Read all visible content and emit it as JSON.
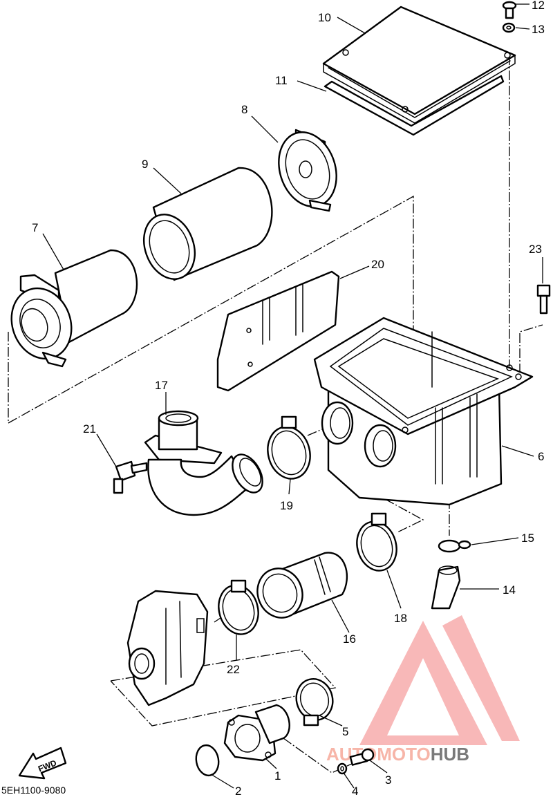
{
  "diagram": {
    "callouts": [
      {
        "id": "10",
        "label": "10"
      },
      {
        "id": "11",
        "label": "11"
      },
      {
        "id": "12",
        "label": "12"
      },
      {
        "id": "13",
        "label": "13"
      },
      {
        "id": "8",
        "label": "8"
      },
      {
        "id": "9",
        "label": "9"
      },
      {
        "id": "7",
        "label": "7"
      },
      {
        "id": "20",
        "label": "20"
      },
      {
        "id": "23",
        "label": "23"
      },
      {
        "id": "17",
        "label": "17"
      },
      {
        "id": "21",
        "label": "21"
      },
      {
        "id": "19",
        "label": "19"
      },
      {
        "id": "6",
        "label": "6"
      },
      {
        "id": "15",
        "label": "15"
      },
      {
        "id": "14",
        "label": "14"
      },
      {
        "id": "18",
        "label": "18"
      },
      {
        "id": "16",
        "label": "16"
      },
      {
        "id": "22",
        "label": "22"
      },
      {
        "id": "5",
        "label": "5"
      },
      {
        "id": "1",
        "label": "1"
      },
      {
        "id": "3",
        "label": "3"
      },
      {
        "id": "2",
        "label": "2"
      },
      {
        "id": "4",
        "label": "4"
      }
    ],
    "fwd_label": "FWD",
    "diagram_code": "5EH1100-9080"
  },
  "watermark": {
    "word_part1": "AUTOMOTO",
    "word_part2": "HUB",
    "accent_color": "#f07070",
    "dark_color": "#6e6e6e"
  }
}
